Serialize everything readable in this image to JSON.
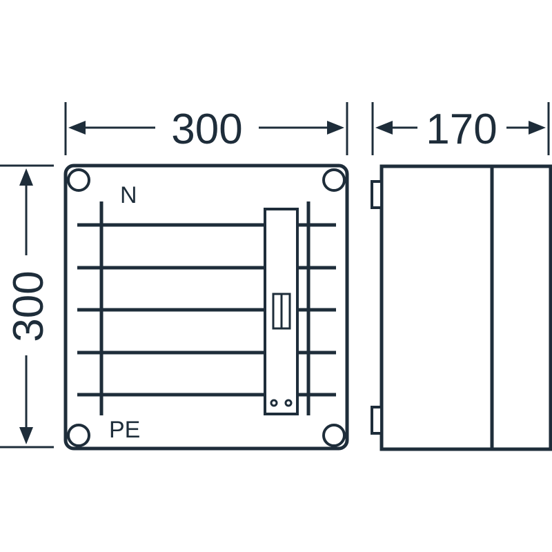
{
  "dimensions": {
    "front_width": "300",
    "side_depth": "170",
    "height": "300"
  },
  "labels": {
    "neutral": "N",
    "protective_earth": "PE"
  },
  "colors": {
    "line": "#1e2d3a",
    "background": "#ffffff"
  }
}
